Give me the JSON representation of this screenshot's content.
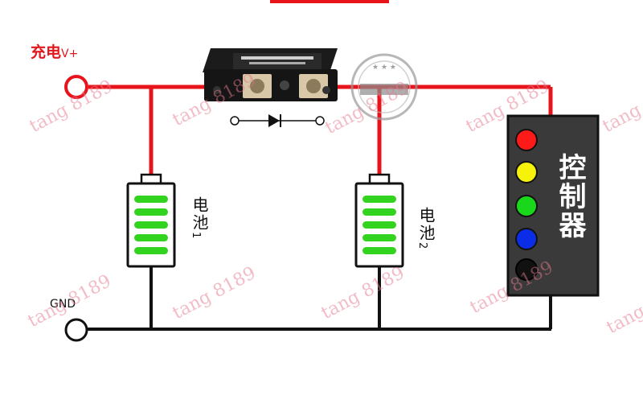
{
  "labels": {
    "charge_positive": "充电",
    "charge_positive_suffix": "V+",
    "ground": "GND",
    "battery1": "电池",
    "battery1_index": "1",
    "battery2": "电池",
    "battery2_index": "2",
    "controller": "控制器"
  },
  "watermark": "tang 8189",
  "colors": {
    "wire_red": "#e8141c",
    "wire_black": "#111111",
    "battery_cell": "#33d41f",
    "controller_body": "#3a3a3a",
    "led_colors": [
      "#ff1a1a",
      "#f7f20a",
      "#19d81c",
      "#0c2de8",
      "#111111"
    ]
  },
  "diagram": {
    "components": [
      "charge-terminal",
      "diode-module",
      "battery-1",
      "battery-2",
      "controller",
      "ground-terminal"
    ],
    "led_count": 5,
    "battery_cells": 5
  }
}
